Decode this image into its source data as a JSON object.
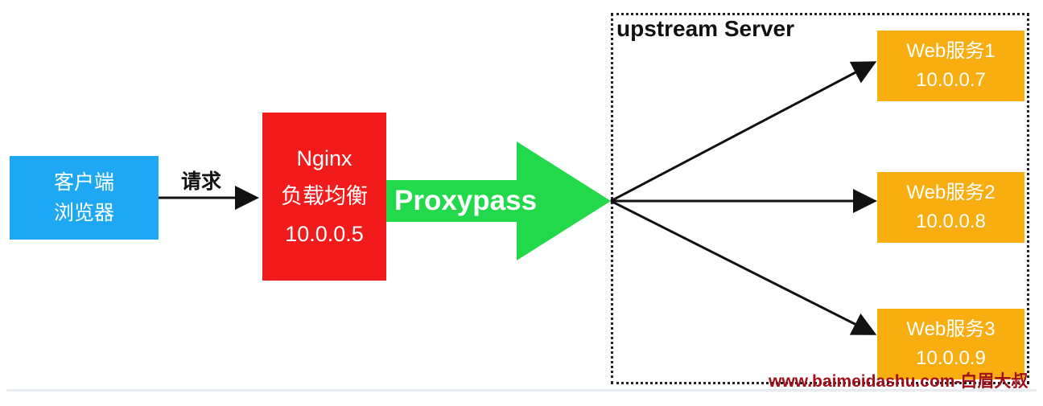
{
  "diagram": {
    "client": {
      "lines": [
        "客户端",
        "浏览器"
      ]
    },
    "request_label": "请求",
    "nginx": {
      "lines": [
        "Nginx",
        "负载均衡",
        "10.0.0.5"
      ]
    },
    "proxypass_label": "Proxypass",
    "upstream": {
      "title": "upstream Server",
      "servers": [
        {
          "name": "Web服务1",
          "ip": "10.0.0.7"
        },
        {
          "name": "Web服务2",
          "ip": "10.0.0.8"
        },
        {
          "name": "Web服务3",
          "ip": "10.0.0.9"
        }
      ]
    },
    "watermark": "www.baimeidashu.com-白眉大叔",
    "colors": {
      "client": "#1ea8f3",
      "nginx": "#f21b1b",
      "proxypass": "#21d94a",
      "server": "#f8ad10"
    }
  }
}
